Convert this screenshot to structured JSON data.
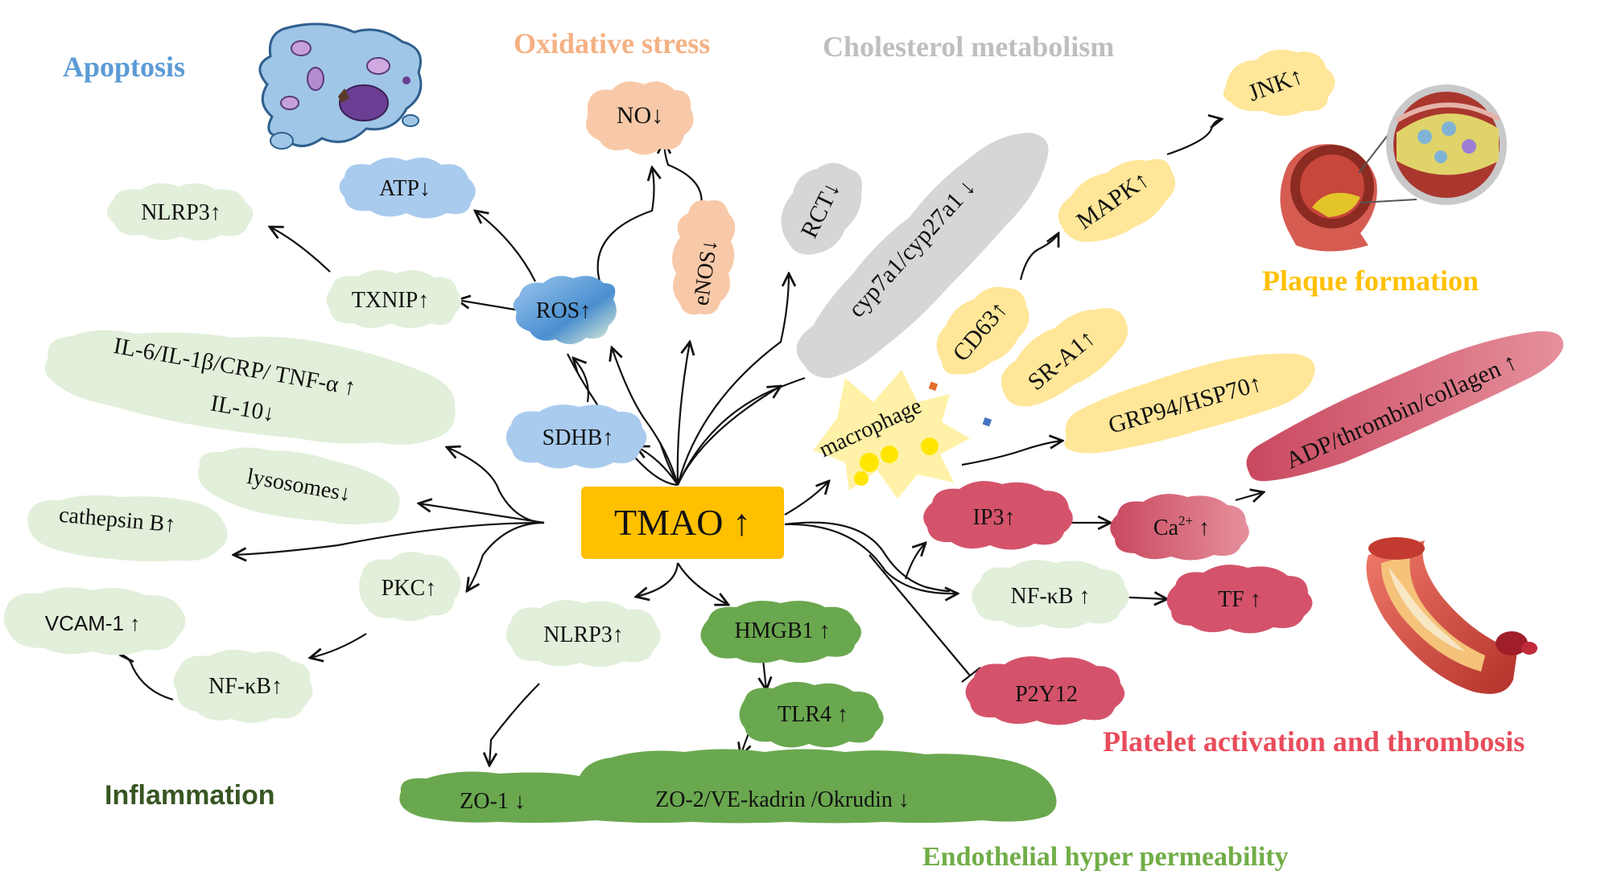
{
  "categories": {
    "apoptosis": "Apoptosis",
    "oxidative": "Oxidative stress",
    "cholesterol": "Cholesterol metabolism",
    "plaque": "Plaque formation",
    "platelet": "Platelet activation and thrombosis",
    "endothelial": "Endothelial hyper permeability",
    "inflammation": "Inflammation"
  },
  "center": "TMAO ↑",
  "nodes": {
    "no": "NO↓",
    "atp": "ATP↓",
    "nlrp3_top": "NLRP3↑",
    "txnip": "TXNIP↑",
    "ros": "ROS↑",
    "enos": "eNOS↓",
    "rct": "RCT↓",
    "cyp": "cyp7a1/cyp27a1 ↓",
    "jnk": "JNK↑",
    "mapk": "MAPK↑",
    "cd63": "CD63↑",
    "sra1": "SR-A1↑",
    "grp94": "GRP94/HSP70↑",
    "adp": "ADP/thrombin/collagen ↑",
    "macrophage": "macrophage",
    "il_line1": "IL-6/IL-1β/CRP/ TNF-α ↑",
    "il_line2": "IL-10↓",
    "sdhb": "SDHB↑",
    "lysosomes": "lysosomes↓",
    "cathepsin": "cathepsin B↑",
    "pkc": "PKC↑",
    "vcam": "VCAM-1 ↑",
    "nfkb_left": "NF-κB↑",
    "nlrp3_bottom": "NLRP3↑",
    "hmgb1": "HMGB1 ↑",
    "tlr4": "TLR4 ↑",
    "zo1": "ZO-1 ↓",
    "zo2": "ZO-2/VE-kadrin /Okrudin ↓",
    "ip3": "IP3↑",
    "ca": "Ca",
    "ca_sup": "2+",
    "ca_arrow": " ↑",
    "nfkb_right": "NF-κB ↑",
    "tf": "TF ↑",
    "p2y12": "P2Y12"
  },
  "colors": {
    "apoptosis": "#5b9bd5",
    "oxidative": "#f4b183",
    "cholesterol": "#bfbfbf",
    "plaque": "#ffc000",
    "platelet": "#e84c5a",
    "endothelial": "#70ad47",
    "inflammation": "#375623",
    "center_box": "#ffc000",
    "blue_cloud": "#a9cbee",
    "orange_cloud": "#f8c9a8",
    "gray_cloud": "#d6d6d6",
    "yellow_cloud": "#ffe699",
    "pink_cloud": "#d4536b",
    "light_green_cloud": "#e2efda",
    "green_cloud": "#6aa84f"
  }
}
